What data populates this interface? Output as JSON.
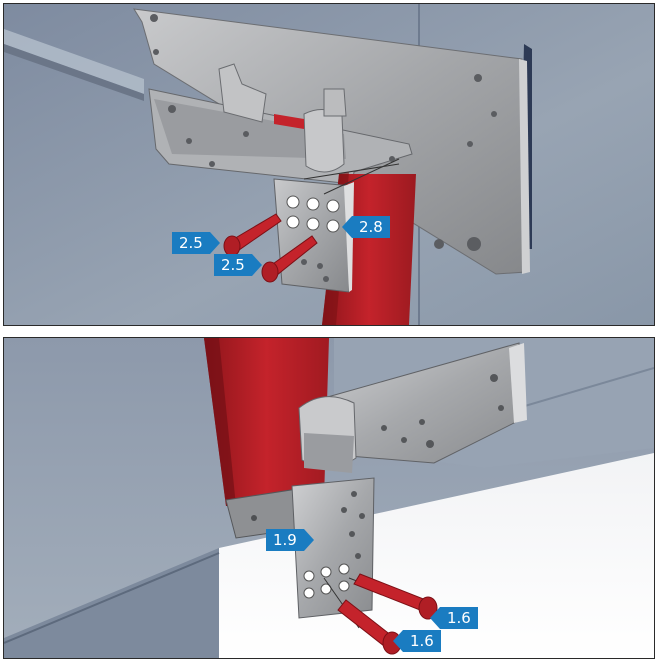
{
  "figure": {
    "top_panel": {
      "callouts": [
        {
          "id": "c1",
          "label": "2.5"
        },
        {
          "id": "c2",
          "label": "2.5"
        },
        {
          "id": "c3",
          "label": "2.8"
        }
      ]
    },
    "bottom_panel": {
      "callouts": [
        {
          "id": "c4",
          "label": "1.9"
        },
        {
          "id": "c5",
          "label": "1.6"
        },
        {
          "id": "c6",
          "label": "1.6"
        }
      ]
    },
    "colors": {
      "callout": "#1a7cc1",
      "red_part": "#c4232b",
      "metal": "#a3a5a8",
      "panel_bg": "#8e9aaa"
    }
  }
}
